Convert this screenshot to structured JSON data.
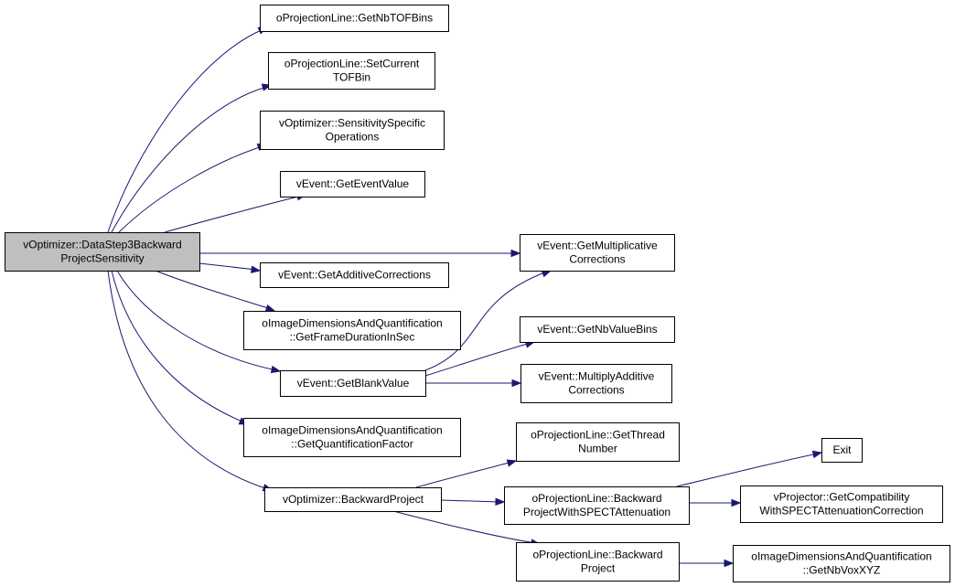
{
  "graph": {
    "colors": {
      "edge": "#191970",
      "root_fill": "#bfbfbf",
      "node_fill": "#ffffff",
      "border": "#000000"
    },
    "nodes": {
      "root": [
        "vOptimizer::DataStep3Backward",
        "ProjectSensitivity"
      ],
      "getNbTOFBins": [
        "oProjectionLine::GetNbTOFBins"
      ],
      "setCurrentTOFBin": [
        "oProjectionLine::SetCurrent",
        "TOFBin"
      ],
      "sensitivitySpecificOps": [
        "vOptimizer::SensitivitySpecific",
        "Operations"
      ],
      "getEventValue": [
        "vEvent::GetEventValue"
      ],
      "getMultiplicativeCorrections": [
        "vEvent::GetMultiplicative",
        "Corrections"
      ],
      "getAdditiveCorrections": [
        "vEvent::GetAdditiveCorrections"
      ],
      "getFrameDurationInSec": [
        "oImageDimensionsAndQuantification",
        "::GetFrameDurationInSec"
      ],
      "getNbValueBins": [
        "vEvent::GetNbValueBins"
      ],
      "getBlankValue": [
        "vEvent::GetBlankValue"
      ],
      "multiplyAdditiveCorrections": [
        "vEvent::MultiplyAdditive",
        "Corrections"
      ],
      "getQuantificationFactor": [
        "oImageDimensionsAndQuantification",
        "::GetQuantificationFactor"
      ],
      "getThreadNumber": [
        "oProjectionLine::GetThread",
        "Number"
      ],
      "exit": [
        "Exit"
      ],
      "backwardProject": [
        "vOptimizer::BackwardProject"
      ],
      "backwardProjectWithSPECT": [
        "oProjectionLine::Backward",
        "ProjectWithSPECTAttenuation"
      ],
      "getCompatibilitySPECT": [
        "vProjector::GetCompatibility",
        "WithSPECTAttenuationCorrection"
      ],
      "lineBackwardProject": [
        "oProjectionLine::Backward",
        "Project"
      ],
      "getNbVoxXYZ": [
        "oImageDimensionsAndQuantification",
        "::GetNbVoxXYZ"
      ]
    },
    "edges": [
      [
        "root",
        "getNbTOFBins"
      ],
      [
        "root",
        "setCurrentTOFBin"
      ],
      [
        "root",
        "sensitivitySpecificOps"
      ],
      [
        "root",
        "getEventValue"
      ],
      [
        "root",
        "getMultiplicativeCorrections"
      ],
      [
        "root",
        "getAdditiveCorrections"
      ],
      [
        "root",
        "getFrameDurationInSec"
      ],
      [
        "root",
        "getBlankValue"
      ],
      [
        "root",
        "getQuantificationFactor"
      ],
      [
        "root",
        "backwardProject"
      ],
      [
        "getBlankValue",
        "getMultiplicativeCorrections"
      ],
      [
        "getBlankValue",
        "getNbValueBins"
      ],
      [
        "getBlankValue",
        "multiplyAdditiveCorrections"
      ],
      [
        "backwardProject",
        "getThreadNumber"
      ],
      [
        "backwardProject",
        "backwardProjectWithSPECT"
      ],
      [
        "backwardProject",
        "lineBackwardProject"
      ],
      [
        "backwardProjectWithSPECT",
        "exit"
      ],
      [
        "backwardProjectWithSPECT",
        "getCompatibilitySPECT"
      ],
      [
        "lineBackwardProject",
        "getNbVoxXYZ"
      ]
    ]
  }
}
